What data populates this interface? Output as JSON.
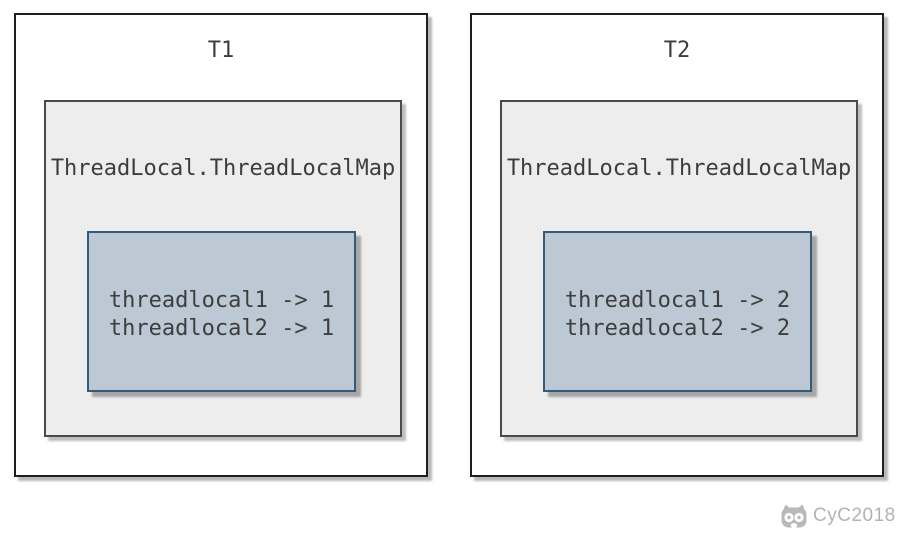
{
  "threads": [
    {
      "title": "T1",
      "map_label": "ThreadLocal.ThreadLocalMap",
      "entries": [
        "threadlocal1 -> 1",
        "threadlocal2 -> 1"
      ]
    },
    {
      "title": "T2",
      "map_label": "ThreadLocal.ThreadLocalMap",
      "entries": [
        "threadlocal1 -> 2",
        "threadlocal2 -> 2"
      ]
    }
  ],
  "watermark": {
    "icon": "octocat-icon",
    "text": "CyC2018",
    "color": "#b3b3b3"
  },
  "colors": {
    "page_background": "#ffffff",
    "thread_box_border": "#1f1f1f",
    "map_box_background": "#ededed",
    "map_box_border": "#4a4a4a",
    "entries_box_background": "#bcc9d4",
    "entries_box_border": "#335a78",
    "text": "#3d3d3d"
  }
}
